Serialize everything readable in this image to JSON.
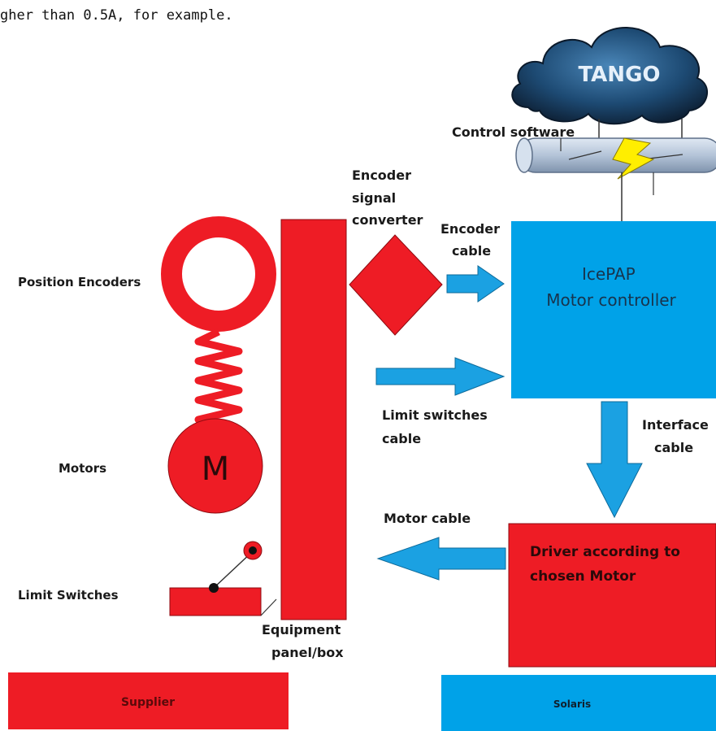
{
  "intro_text": "gher than 0.5A, for example.",
  "cloud_label": "TANGO",
  "control_software_label": "Control software",
  "encoder_converter_label": [
    "Encoder",
    "signal",
    "converter"
  ],
  "encoder_cable_label": [
    "Encoder",
    "cable"
  ],
  "icepap_label": [
    "IcePAP",
    "Motor controller"
  ],
  "limit_cable_label": [
    "Limit switches",
    "cable"
  ],
  "interface_cable_label": [
    "Interface",
    "cable"
  ],
  "motor_cable_label": "Motor cable",
  "driver_label": [
    "Driver according to",
    "chosen Motor"
  ],
  "position_encoders_label": "Position Encoders",
  "motors_label": "Motors",
  "motor_symbol": "M",
  "limit_switches_label": "Limit Switches",
  "equipment_label": [
    "Equipment",
    "panel/box"
  ],
  "supplier_label": "Supplier",
  "solaris_label": "Solaris",
  "colors": {
    "red": "#ee1c25",
    "blue": "#00a2e8",
    "arrow_blue": "#1ba1e2",
    "pipe": "#b9c9dd",
    "lightning": "#ffee00",
    "cloud": "#1f3b5a"
  }
}
